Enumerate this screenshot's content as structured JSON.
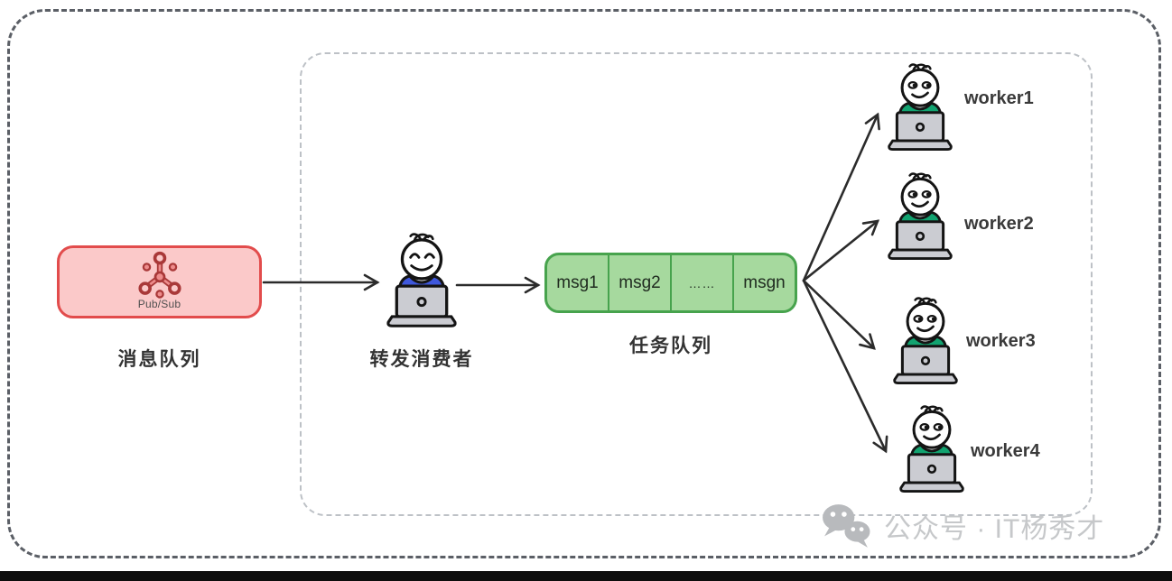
{
  "diagram": {
    "message_queue": {
      "label": "消息队列",
      "icon_label": "Pub/Sub"
    },
    "consumer": {
      "label": "转发消费者"
    },
    "task_queue": {
      "label": "任务队列",
      "cells": [
        "msg1",
        "msg2",
        "……",
        "msgn"
      ]
    },
    "workers": [
      {
        "label": "worker1"
      },
      {
        "label": "worker2"
      },
      {
        "label": "worker3"
      },
      {
        "label": "worker4"
      }
    ],
    "watermark": {
      "text": "公众号 · IT杨秀才"
    }
  },
  "colors": {
    "pubsub_fill": "#fbc9c9",
    "pubsub_border": "#e24c4c",
    "pubsub_icon": "#a93838",
    "task_queue_fill": "#a6d99e",
    "task_queue_border": "#47a34d",
    "consumer_shirt": "#3f58dd",
    "worker_shirt": "#12a370",
    "laptop_gray": "#cbccd2",
    "arrow": "#2b2b2b",
    "outer_frame": "#5b5f66",
    "inner_frame": "#bdc1c6",
    "watermark_gray": "#c6c8ca",
    "bottom_bar": "#0d0d0d"
  }
}
